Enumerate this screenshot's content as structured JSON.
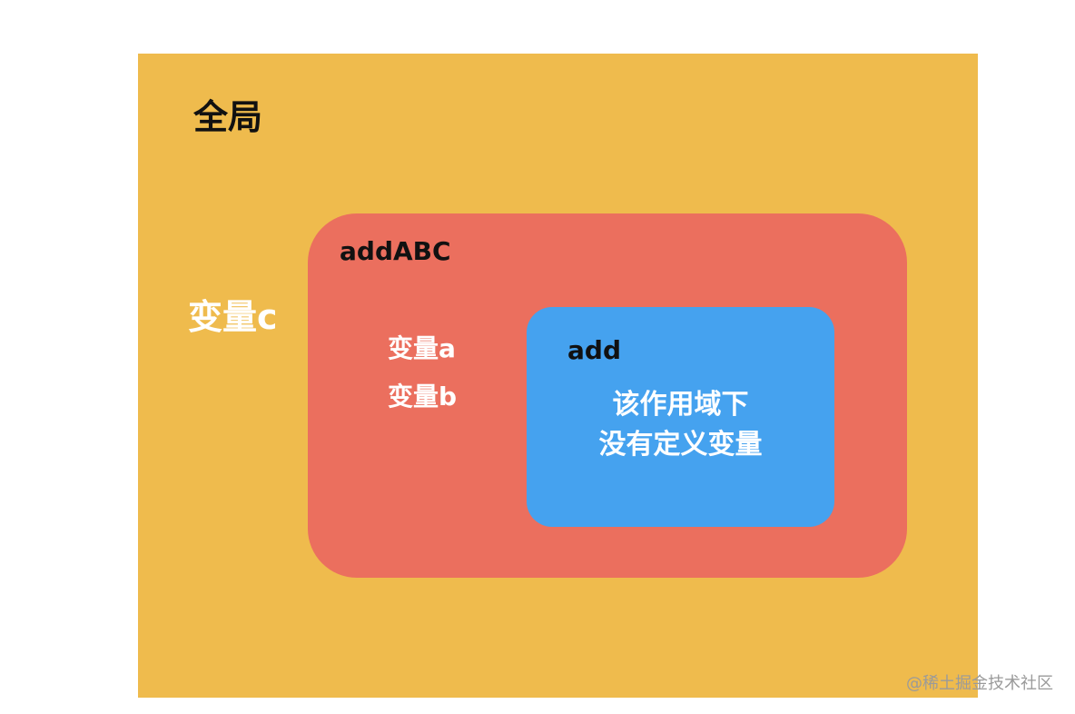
{
  "global": {
    "title": "全局",
    "variable": "变量c"
  },
  "addABC": {
    "title": "addABC",
    "variables": [
      "变量a",
      "变量b"
    ]
  },
  "add": {
    "title": "add",
    "note_lines": [
      "该作用域下",
      "没有定义变量"
    ]
  },
  "watermark": "@稀土掘金技术社区",
  "colors": {
    "global": "#EFBB4D",
    "addABC": "#EB6F5E",
    "add": "#45A2EF",
    "dark_text": "#111111",
    "light_text": "#ffffff"
  }
}
